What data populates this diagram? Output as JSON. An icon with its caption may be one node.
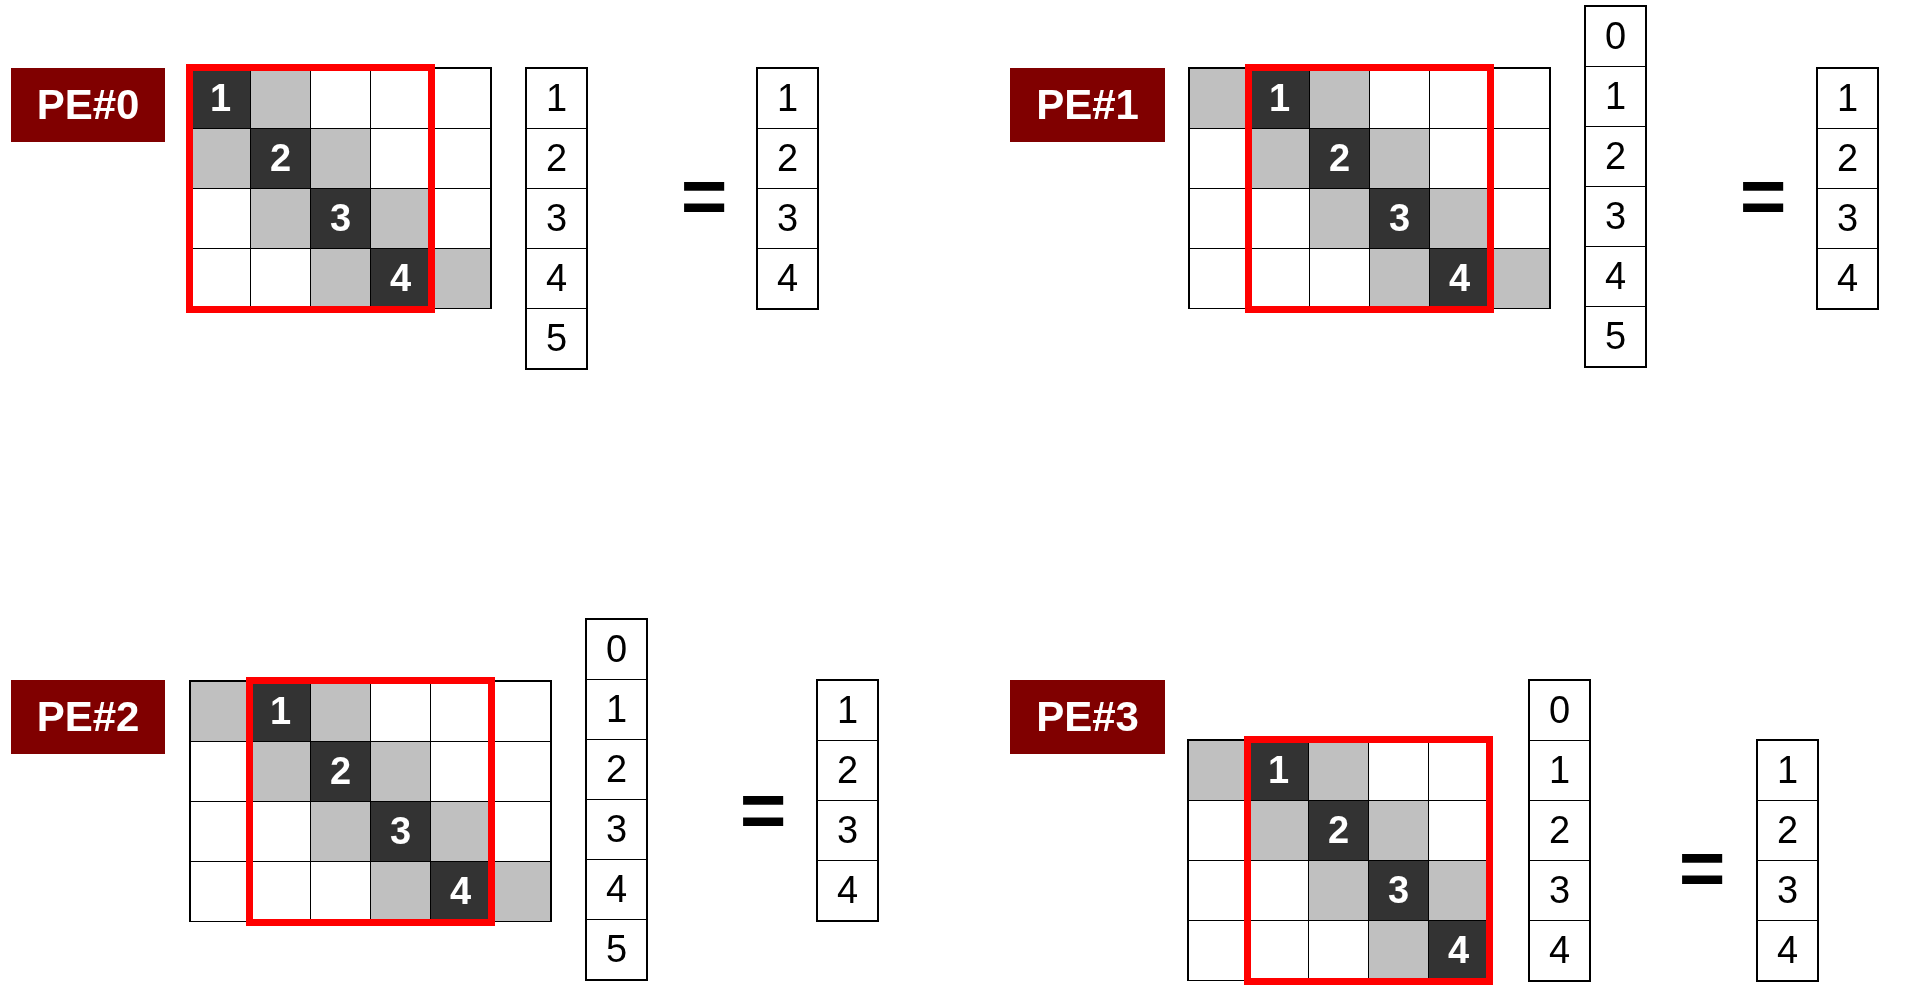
{
  "diagram": {
    "nodes": [
      {
        "text": [
          "PE#0"
        ]
      },
      {
        "text": [],
        "shape": "box"
      },
      {
        "text": [
          "1"
        ],
        "in": 1
      },
      {
        "text": [
          "2"
        ],
        "in": 1
      },
      {
        "text": [
          "3"
        ],
        "in": 1
      },
      {
        "text": [
          "4"
        ],
        "in": 1
      },
      {
        "text": [],
        "shape": "box"
      },
      {
        "text": [
          "1"
        ],
        "in": 6
      },
      {
        "text": [
          "2"
        ],
        "in": 6
      },
      {
        "text": [
          "3"
        ],
        "in": 6
      },
      {
        "text": [
          "4"
        ],
        "in": 6
      },
      {
        "text": [
          "5"
        ],
        "in": 6
      },
      {
        "text": [],
        "shape": "box"
      },
      {
        "text": [
          "1"
        ],
        "in": 12
      },
      {
        "text": [
          "2"
        ],
        "in": 12
      },
      {
        "text": [
          "3"
        ],
        "in": 12
      },
      {
        "text": [
          "4"
        ],
        "in": 12
      },
      {
        "text": [
          "PE#1"
        ]
      },
      {
        "text": [],
        "shape": "box"
      },
      {
        "text": [
          "1"
        ],
        "in": 18
      },
      {
        "text": [
          "2"
        ],
        "in": 18
      },
      {
        "text": [
          "3"
        ],
        "in": 18
      },
      {
        "text": [
          "4"
        ],
        "in": 18
      },
      {
        "text": [],
        "shape": "box"
      },
      {
        "text": [
          "0"
        ],
        "in": 23
      },
      {
        "text": [
          "1"
        ],
        "in": 23
      },
      {
        "text": [
          "2"
        ],
        "in": 23
      },
      {
        "text": [
          "3"
        ],
        "in": 23
      },
      {
        "text": [
          "4"
        ],
        "in": 23
      },
      {
        "text": [
          "5"
        ],
        "in": 23
      },
      {
        "text": [],
        "shape": "box"
      },
      {
        "text": [
          "1"
        ],
        "in": 30
      },
      {
        "text": [
          "2"
        ],
        "in": 30
      },
      {
        "text": [
          "3"
        ],
        "in": 30
      },
      {
        "text": [
          "4"
        ],
        "in": 30
      },
      {
        "text": [
          "PE#2"
        ]
      },
      {
        "text": [],
        "shape": "box"
      },
      {
        "text": [
          "1"
        ],
        "in": 36
      },
      {
        "text": [
          "2"
        ],
        "in": 36
      },
      {
        "text": [
          "3"
        ],
        "in": 36
      },
      {
        "text": [
          "4"
        ],
        "in": 36
      },
      {
        "text": [],
        "shape": "box"
      },
      {
        "text": [
          "0"
        ],
        "in": 41
      },
      {
        "text": [
          "1"
        ],
        "in": 41
      },
      {
        "text": [
          "2"
        ],
        "in": 41
      },
      {
        "text": [
          "3"
        ],
        "in": 41
      },
      {
        "text": [
          "4"
        ],
        "in": 41
      },
      {
        "text": [
          "5"
        ],
        "in": 41
      },
      {
        "text": [],
        "shape": "box"
      },
      {
        "text": [
          "1"
        ],
        "in": 48
      },
      {
        "text": [
          "2"
        ],
        "in": 48
      },
      {
        "text": [
          "3"
        ],
        "in": 48
      },
      {
        "text": [
          "4"
        ],
        "in": 48
      },
      {
        "text": [
          "PE#3"
        ]
      },
      {
        "text": [],
        "shape": "box"
      },
      {
        "text": [
          "1"
        ],
        "in": 54
      },
      {
        "text": [
          "2"
        ],
        "in": 54
      },
      {
        "text": [
          "3"
        ],
        "in": 54
      },
      {
        "text": [
          "4"
        ],
        "in": 54
      },
      {
        "text": [],
        "shape": "box"
      },
      {
        "text": [
          "0"
        ],
        "in": 59
      },
      {
        "text": [
          "1"
        ],
        "in": 59
      },
      {
        "text": [
          "2"
        ],
        "in": 59
      },
      {
        "text": [
          "3"
        ],
        "in": 59
      },
      {
        "text": [
          "4"
        ],
        "in": 59
      },
      {
        "text": [],
        "shape": "box"
      },
      {
        "text": [
          "1"
        ],
        "in": 65
      },
      {
        "text": [
          "2"
        ],
        "in": 65
      },
      {
        "text": [
          "3"
        ],
        "in": 65
      },
      {
        "text": [
          "4"
        ],
        "in": 65
      }
    ],
    "labels": [
      "=",
      "=",
      "=",
      "="
    ]
  }
}
